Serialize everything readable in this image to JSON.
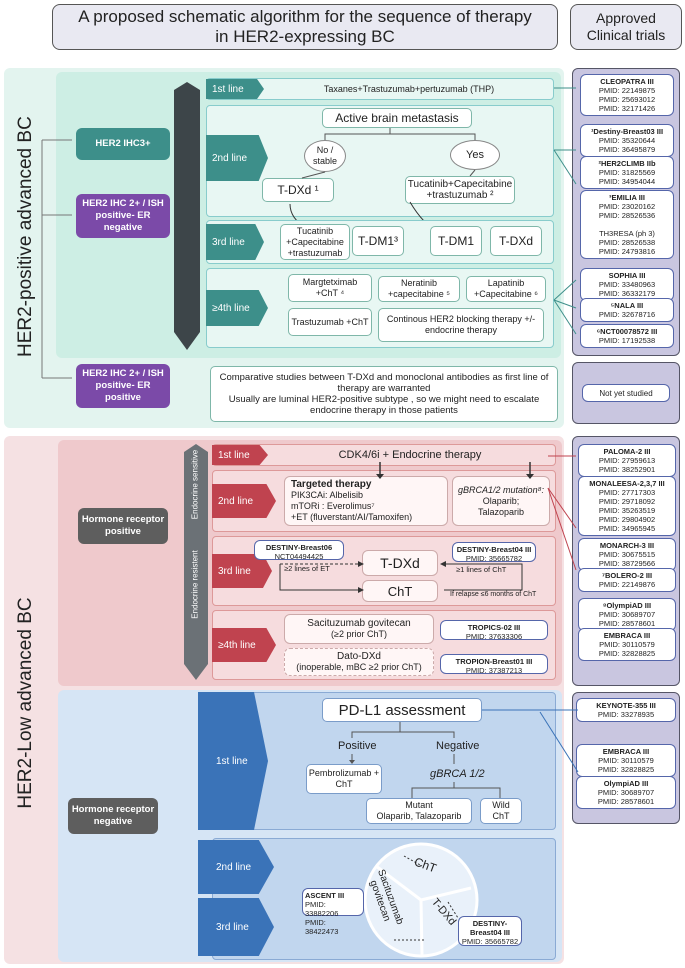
{
  "header": {
    "title_line1": "A proposed schematic algorithm for the sequence of therapy",
    "title_line2": "in HER2-expressing BC",
    "trials_line1": "Approved",
    "trials_line2": "Clinical trials"
  },
  "her2pos": {
    "side_label": "HER2-positive advanced BC",
    "ihc3": "HER2 IHC3+",
    "ihc2_erneg": "HER2 IHC 2+ / ISH positive- ER negative",
    "ihc2_erpos": "HER2 IHC 2+ / ISH positive- ER positive",
    "line1_label": "1st line",
    "line1_text": "Taxanes+Trastuzumab+pertuzumab (THP)",
    "line2_label": "2nd line",
    "brain_mets": "Active brain metastasis",
    "no_stable": "No / stable",
    "yes": "Yes",
    "tdxd_sup": "T-DXd ¹",
    "tucatinib_cap": "Tucatinib+Capecitabine +trastuzumab ²",
    "line3_label": "3rd line",
    "tucatinib3": "Tucatinib +Capecitabine +trastuzumab",
    "tdm1_3": "T-DM1³",
    "tdm1": "T-DM1",
    "tdxd": "T-DXd",
    "line4_label": "≥4th line",
    "margetuximab": "Margtetximab +ChT ⁴",
    "neratinib": "Neratinib +capecitabine ⁵",
    "lapatinib": "Lapatinib +Capecitabine ⁶",
    "trastuzumab_cht": "Trastuzumab +ChT",
    "continuous": "Continous HER2 blocking therapy +/- endocrine therapy",
    "erpos_text1": "Comparative studies between T-DXd and monoclonal antibodies as first line of therapy are warranted",
    "erpos_text2": "Usually are luminal HER2-positive subtype , so we might need to escalate endocrine therapy in those patients"
  },
  "her2pos_trials": [
    {
      "name": "CLEOPATRA III",
      "lines": [
        "PMID: 22149875",
        "PMID: 25693012",
        "PMID: 32171426"
      ]
    },
    {
      "name": "¹Destiny-Breast03 III",
      "lines": [
        "PMID: 35320644",
        "PMID: 36495879"
      ]
    },
    {
      "name": "²HER2CLIMB IIb",
      "lines": [
        "PMID: 31825569",
        "PMID: 34954044"
      ]
    },
    {
      "name": "³EMILIA III",
      "lines": [
        "PMID: 23020162",
        "PMID: 28526536",
        "",
        "TH3RESA (ph 3)",
        "PMID: 28526538",
        "PMID: 24793816"
      ]
    },
    {
      "name": "SOPHIA III",
      "lines": [
        "PMID: 33480963",
        "PMID: 36332179"
      ]
    },
    {
      "name": "⁵NALA III",
      "lines": [
        "PMID: 32678716"
      ]
    },
    {
      "name": "⁶NCT00078572 III",
      "lines": [
        "PMID: 17192538"
      ]
    }
  ],
  "not_yet": "Not yet studied",
  "her2low": {
    "side_label": "HER2-Low advanced BC",
    "hr_pos": "Hormone receptor positive",
    "hr_neg": "Hormone receptor negative",
    "endo_sens": "Endocrine sensitive",
    "endo_res": "Endocrine resistent",
    "line1_label": "1st line",
    "line1_text": "CDK4/6i + Endocrine therapy",
    "line2_label": "2nd line",
    "targeted_title": "Targeted therapy",
    "targeted_l1": "PIK3CAi: Albelisib",
    "targeted_l2": "mTORi : Everolimus⁷",
    "targeted_l3": "+ET (fluverstant/AI/Tamoxifen)",
    "gbrca_title": "gBRCA1/2 mutation⁸:",
    "gbrca_l1": "Olaparib;",
    "gbrca_l2": "Talazoparib",
    "line3_label": "3rd line",
    "db06_name": "DESTINY-Breast06",
    "db06_id": "NCT04494425",
    "db04_name": "DESTINY-Breast04 III",
    "db04_id": "PMID: 35665782",
    "tdxd": "T-DXd",
    "cht": "ChT",
    "ge2_et": "≥2 lines of ET",
    "ge1_cht": "≥1 lines of ChT",
    "relapse": "If relapse ≤6 months of ChT",
    "line4_label": "≥4th line",
    "sacituzumab": "Sacituzumab govitecan",
    "sacituzumab_sub": "(≥2 prior ChT)",
    "tropics_name": "TROPICS-02 III",
    "tropics_id": "PMID: 37633306",
    "dato": "Dato-DXd",
    "dato_sub": "(inoperable, mBC ≥2 prior ChT)",
    "tropion_name": "TROPION-Breast01 III",
    "tropion_id": "PMID: 37387213"
  },
  "hrpos_trials": [
    {
      "name": "PALOMA-2 III",
      "lines": [
        "PMID: 27959613",
        "PMID: 38252901"
      ]
    },
    {
      "name": "MONALEESA-2,3,7 III",
      "lines": [
        "PMID: 27717303",
        "PMID: 29718092",
        "PMID: 35263519",
        "PMID: 29804902",
        "PMID: 34965945"
      ]
    },
    {
      "name": "MONARCH-3 III",
      "lines": [
        "PMID: 30675515",
        "PMID: 38729566"
      ]
    },
    {
      "name": "⁷BOLERO-2 III",
      "lines": [
        "PMID: 22149876"
      ]
    },
    {
      "name": "⁸OlympiAD III",
      "lines": [
        "PMID: 30689707",
        "PMID: 28578601"
      ]
    },
    {
      "name": "EMBRACA III",
      "lines": [
        "PMID: 30110579",
        "PMID: 32828825"
      ]
    }
  ],
  "hrneg": {
    "line1_label": "1st line",
    "pdl1": "PD-L1 assessment",
    "positive": "Positive",
    "negative": "Negative",
    "pembro": "Pembrolizumab + ChT",
    "gbrca": "gBRCA 1/2",
    "mutant": "Mutant",
    "mutant_drugs": "Olaparib, Talazoparib",
    "wild": "Wild",
    "wild_cht": "ChT",
    "line2_label": "2nd line",
    "line3_label": "3rd line",
    "cht": "ChT",
    "tdxd": "T-DXd",
    "sacituzumab": "Sacituzumab govitecan",
    "ascent_name": "ASCENT III",
    "ascent_l1": "PMID: 33882206",
    "ascent_l2": "PMID: 38422473",
    "db04_name": "DESTINY- Breast04 III",
    "db04_id": "PMID: 35665782"
  },
  "hrneg_trials": [
    {
      "name": "KEYNOTE-355 III",
      "lines": [
        "PMID: 33278935"
      ]
    },
    {
      "name": "EMBRACA III",
      "lines": [
        "PMID: 30110579",
        "PMID: 32828825"
      ]
    },
    {
      "name": "OlympiAD III",
      "lines": [
        "PMID: 30689707",
        "PMID: 28578601"
      ]
    }
  ],
  "colors": {
    "teal": "#3d8f8a",
    "purple": "#7b4aa8",
    "red": "#c0434f",
    "blue": "#3a73b8",
    "grey": "#5e5e5e"
  }
}
